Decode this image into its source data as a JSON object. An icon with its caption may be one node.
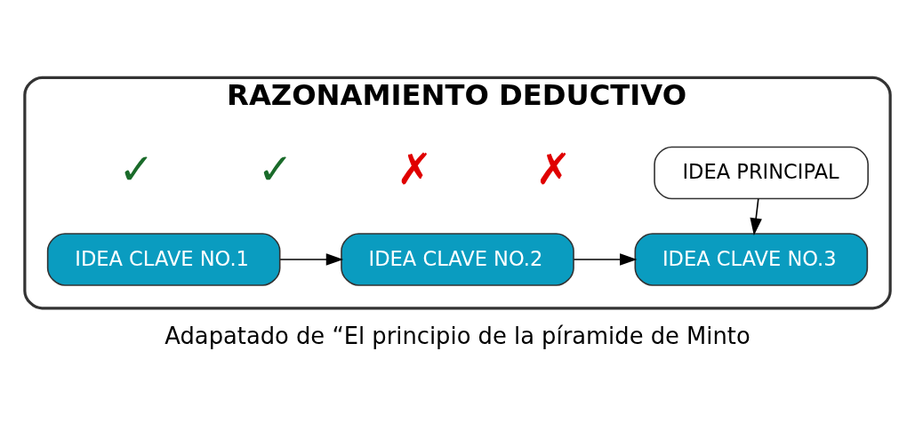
{
  "diagram": {
    "caption": "Adapatado de “El principio de la píramide de Minto",
    "nodes": [
      {
        "text": [
          "RAZONAMIENTO DEDUCTIVO"
        ]
      },
      {
        "text": [
          "IDEA PRINCIPAL"
        ],
        "in": 0
      },
      {
        "text": [
          "IDEA CLAVE NO.1"
        ],
        "in": 0
      },
      {
        "text": [
          "IDEA CLAVE NO.2"
        ],
        "in": 0
      },
      {
        "text": [
          "IDEA CLAVE NO.3"
        ],
        "in": 0
      }
    ],
    "edges": [
      {
        "from": 2,
        "to": 3,
        "arrow": "to"
      },
      {
        "from": 3,
        "to": 4,
        "arrow": "to"
      },
      {
        "from": 1,
        "to": 4,
        "arrow": "to"
      }
    ],
    "labels": [
      "✗",
      "✓",
      "✓",
      "✗"
    ]
  }
}
